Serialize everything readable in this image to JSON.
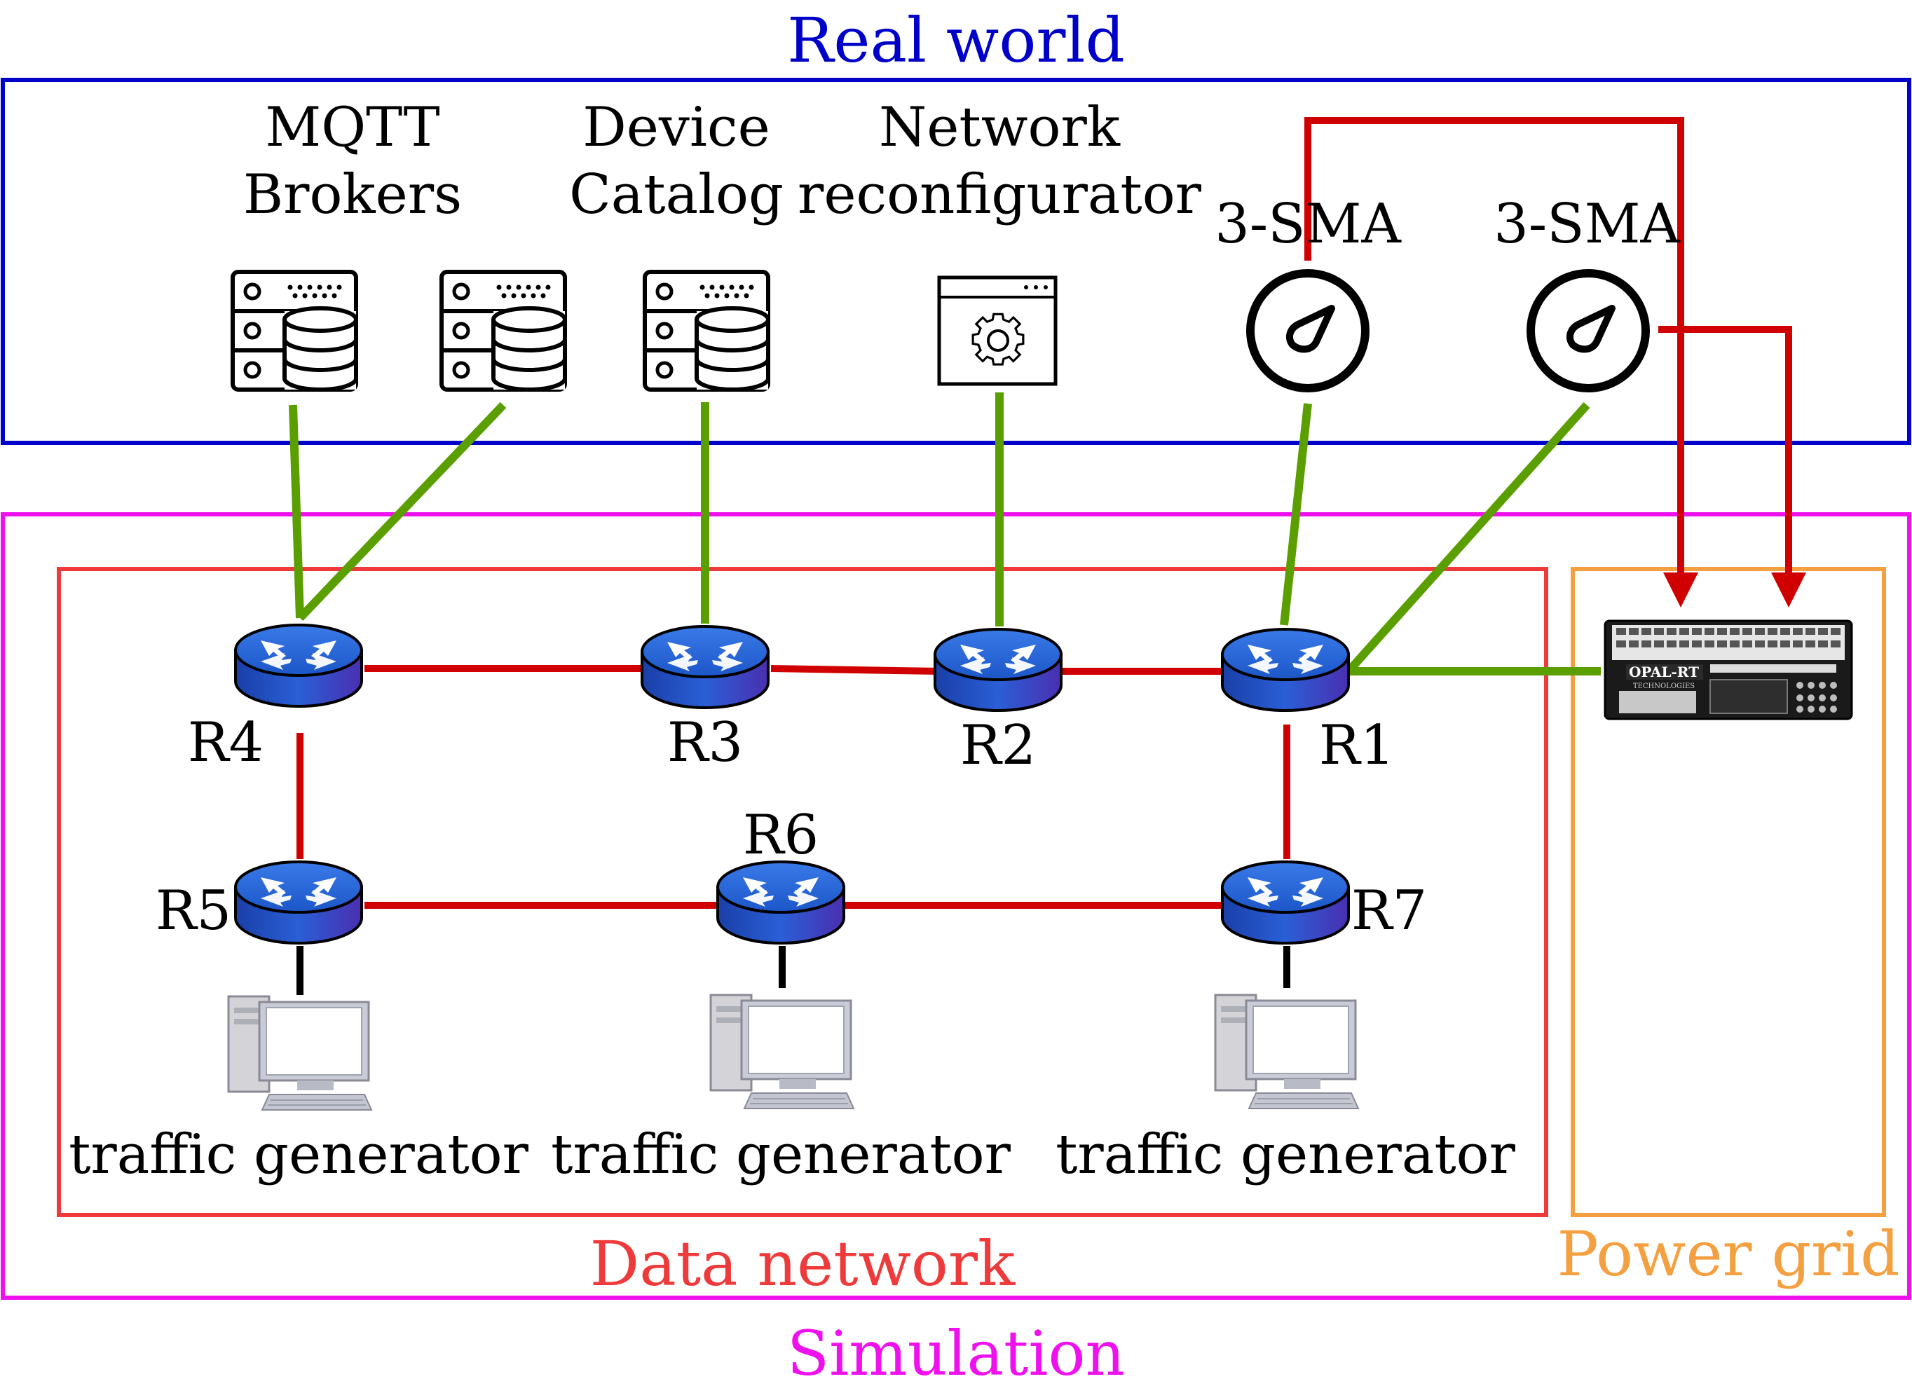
{
  "regions": {
    "real_world": {
      "label": "Real world",
      "color": "#0000c8"
    },
    "simulation": {
      "label": "Simulation",
      "color": "#ee11ee"
    },
    "data_network": {
      "label": "Data network",
      "color": "#ee3a3a"
    },
    "power_grid": {
      "label": "Power grid",
      "color": "#f5a040"
    }
  },
  "services": {
    "mqtt": {
      "line1": "MQTT",
      "line2": "Brokers",
      "icon": "database-server-icon"
    },
    "catalog": {
      "line1": "Device",
      "line2": "Catalog",
      "icon": "database-server-icon"
    },
    "reconfig": {
      "line1": "Network",
      "line2": "reconfigurator",
      "icon": "gear-window-icon"
    },
    "sma1": {
      "label": "3-SMA",
      "icon": "gauge-icon"
    },
    "sma2": {
      "label": "3-SMA",
      "icon": "gauge-icon"
    }
  },
  "routers": {
    "r1": "R1",
    "r2": "R2",
    "r3": "R3",
    "r4": "R4",
    "r5": "R5",
    "r6": "R6",
    "r7": "R7",
    "icon": "router-icon"
  },
  "hosts": {
    "left": "traffic generator",
    "middle": "traffic generator",
    "right": "traffic generator",
    "icon": "desktop-computer-icon"
  },
  "simulator": {
    "brand": "OPAL-RT",
    "sub": "TECHNOLOGIES",
    "icon": "real-time-simulator-icon"
  },
  "colors": {
    "network_link": "#d10000",
    "service_link": "#5a9e00",
    "host_link": "#000000",
    "control_arrow": "#d10000",
    "router_body": "#1f4fc4"
  }
}
